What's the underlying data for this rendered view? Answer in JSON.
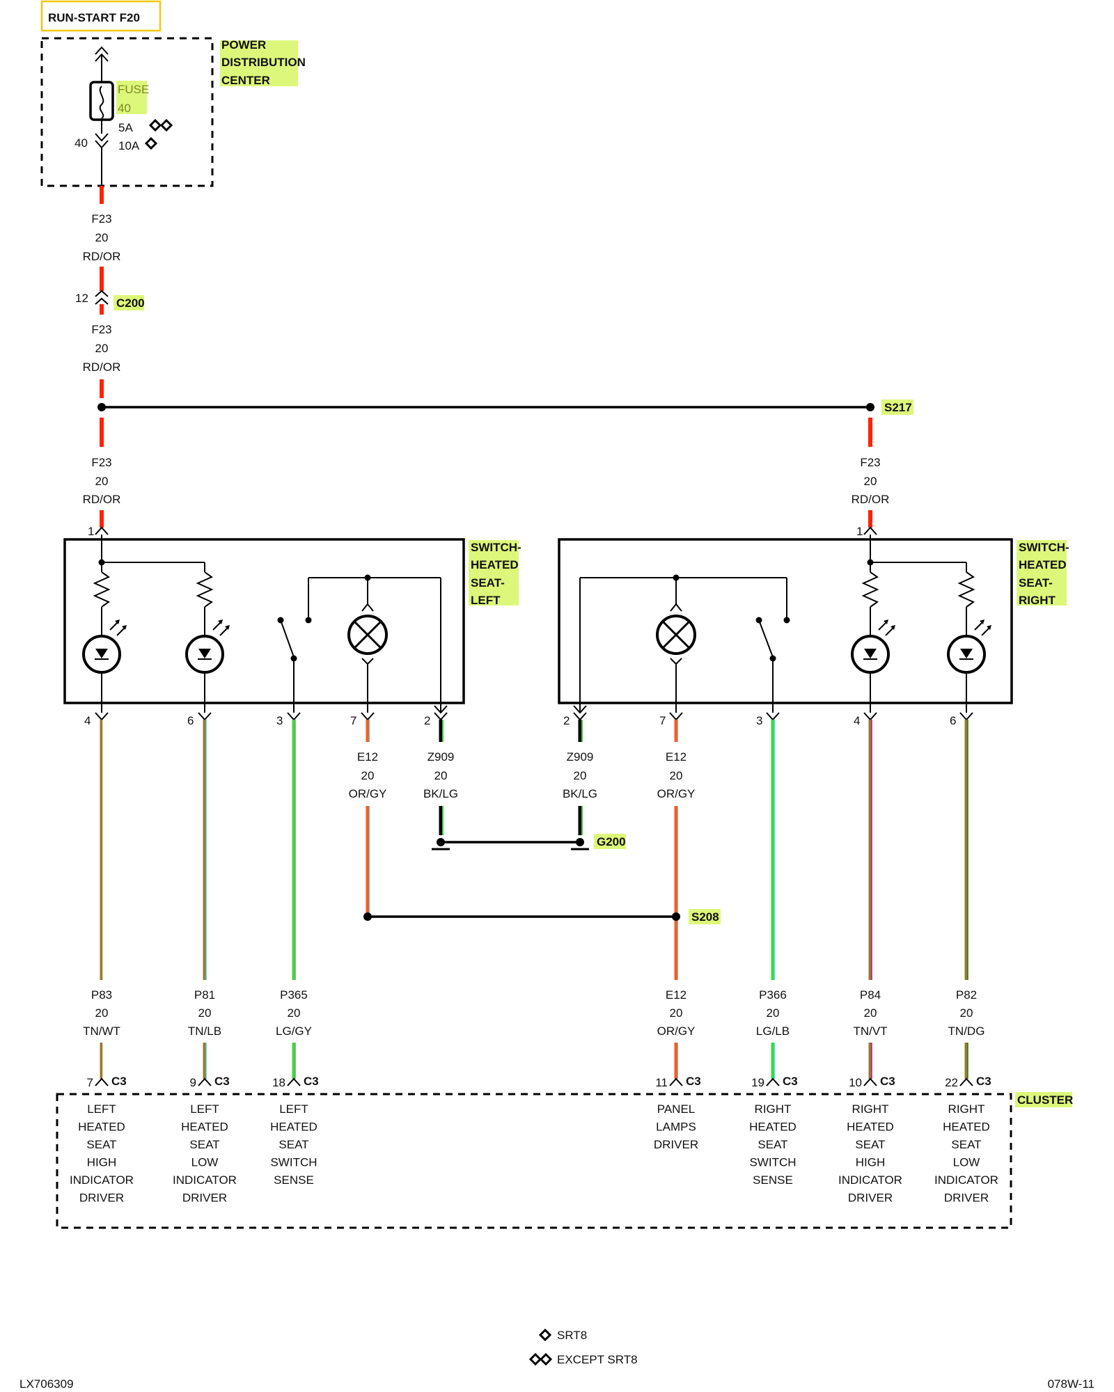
{
  "title": "RUN-START F20",
  "pdc": {
    "label_lines": [
      "POWER",
      "DISTRIBUTION",
      "CENTER"
    ],
    "fuse_lines": [
      "FUSE",
      "40"
    ],
    "pin": "40",
    "rating_5a": "5A",
    "rating_10a": "10A"
  },
  "wire_f23": {
    "circuit": "F23",
    "gauge": "20",
    "color": "RD/OR"
  },
  "connector_c200": {
    "name": "C200",
    "pin": "12"
  },
  "splices": {
    "s217": "S217",
    "s208": "S208"
  },
  "ground": "G200",
  "switch_left": {
    "label_lines": [
      "SWITCH-",
      "HEATED",
      "SEAT-",
      "LEFT"
    ],
    "input_pin": "1",
    "pins": [
      "4",
      "6",
      "3",
      "7",
      "2"
    ]
  },
  "switch_right": {
    "label_lines": [
      "SWITCH-",
      "HEATED",
      "SEAT-",
      "RIGHT"
    ],
    "input_pin": "1",
    "pins": [
      "2",
      "7",
      "3",
      "4",
      "6"
    ]
  },
  "upper_wires": {
    "left_e12": {
      "circuit": "E12",
      "gauge": "20",
      "color": "OR/GY"
    },
    "left_z909": {
      "circuit": "Z909",
      "gauge": "20",
      "color": "BK/LG"
    },
    "right_z909": {
      "circuit": "Z909",
      "gauge": "20",
      "color": "BK/LG"
    },
    "right_e12": {
      "circuit": "E12",
      "gauge": "20",
      "color": "OR/GY"
    }
  },
  "lower_wires": [
    {
      "circuit": "P83",
      "gauge": "20",
      "color": "TN/WT",
      "pin": "7",
      "connector": "C3",
      "function": [
        "LEFT",
        "HEATED",
        "SEAT",
        "HIGH",
        "INDICATOR",
        "DRIVER"
      ],
      "wire_color_a": "#9b7a2a",
      "wire_color_b": "#ffffff"
    },
    {
      "circuit": "P81",
      "gauge": "20",
      "color": "TN/LB",
      "pin": "9",
      "connector": "C3",
      "function": [
        "LEFT",
        "HEATED",
        "SEAT",
        "LOW",
        "INDICATOR",
        "DRIVER"
      ],
      "wire_color_a": "#9b7a2a",
      "wire_color_b": "#3ec6e0"
    },
    {
      "circuit": "P365",
      "gauge": "20",
      "color": "LG/GY",
      "pin": "18",
      "connector": "C3",
      "function": [
        "LEFT",
        "HEATED",
        "SEAT",
        "SWITCH",
        "SENSE"
      ],
      "wire_color_a": "#33e033",
      "wire_color_b": "#8d8d8d"
    },
    {
      "circuit": "E12",
      "gauge": "20",
      "color": "OR/GY",
      "pin": "11",
      "connector": "C3",
      "function": [
        "PANEL",
        "LAMPS",
        "DRIVER"
      ],
      "wire_color_a": "#ff5a1a",
      "wire_color_b": "#8d8d8d"
    },
    {
      "circuit": "P366",
      "gauge": "20",
      "color": "LG/LB",
      "pin": "19",
      "connector": "C3",
      "function": [
        "RIGHT",
        "HEATED",
        "SEAT",
        "SWITCH",
        "SENSE"
      ],
      "wire_color_a": "#33e033",
      "wire_color_b": "#3ec6e0"
    },
    {
      "circuit": "P84",
      "gauge": "20",
      "color": "TN/VT",
      "pin": "10",
      "connector": "C3",
      "function": [
        "RIGHT",
        "HEATED",
        "SEAT",
        "HIGH",
        "INDICATOR",
        "DRIVER"
      ],
      "wire_color_a": "#9b7a2a",
      "wire_color_b": "#b0179b"
    },
    {
      "circuit": "P82",
      "gauge": "20",
      "color": "TN/DG",
      "pin": "22",
      "connector": "C3",
      "function": [
        "RIGHT",
        "HEATED",
        "SEAT",
        "LOW",
        "INDICATOR",
        "DRIVER"
      ],
      "wire_color_a": "#9b7a2a",
      "wire_color_b": "#1d7a1d"
    }
  ],
  "cluster_label": "CLUSTER",
  "legend": {
    "srt8": "SRT8",
    "except_srt8": "EXCEPT SRT8"
  },
  "footer": {
    "left": "LX706309",
    "right": "078W-11"
  },
  "colors": {
    "rd_or": "#ff2200",
    "or_gy": "#ff5a1a",
    "bk_lg": "#33cc33",
    "highlight": "#ddf77a",
    "title_border": "#f2c811"
  }
}
